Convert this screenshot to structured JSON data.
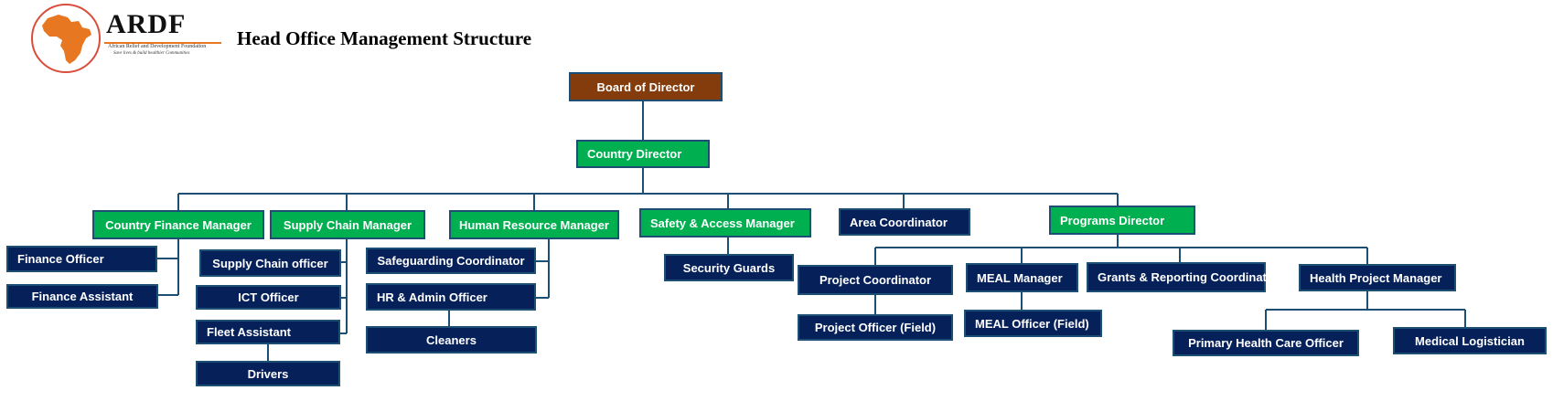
{
  "title": "Head Office Management Structure",
  "logo": {
    "name": "ARDF",
    "subtitle": "African Relief and Development Foundation",
    "tagline": "Save lives & build healthier Communities",
    "icon": "africa-map-icon"
  },
  "colors": {
    "navy": "#062059",
    "green": "#00b050",
    "brown": "#843c0c",
    "connector": "#1d4f74",
    "logo_orange": "#e87722",
    "logo_ring": "#d94d3a"
  },
  "nodes": {
    "board": "Board of Director",
    "country_director": "Country Director",
    "finance_manager": "Country Finance Manager",
    "supply_manager": "Supply Chain Manager",
    "hr_manager": "Human Resource Manager",
    "safety_manager": "Safety & Access Manager",
    "area_coordinator": "Area Coordinator",
    "programs_director": "Programs Director",
    "finance_officer": "Finance Officer",
    "finance_assistant": "Finance Assistant",
    "supply_officer": "Supply Chain officer",
    "ict_officer": "ICT Officer",
    "fleet_assistant": "Fleet Assistant",
    "drivers": "Drivers",
    "safeguarding": "Safeguarding Coordinator",
    "hr_admin": "HR & Admin Officer",
    "cleaners": "Cleaners",
    "security_guards": "Security Guards",
    "project_coordinator": "Project Coordinator",
    "project_officer": "Project Officer (Field)",
    "meal_manager": "MEAL Manager",
    "meal_officer": "MEAL Officer (Field)",
    "grants_coordinator": "Grants & Reporting Coordinator",
    "health_manager": "Health Project Manager",
    "phc_officer": "Primary Health Care Officer",
    "medical_logistician": "Medical Logistician"
  }
}
